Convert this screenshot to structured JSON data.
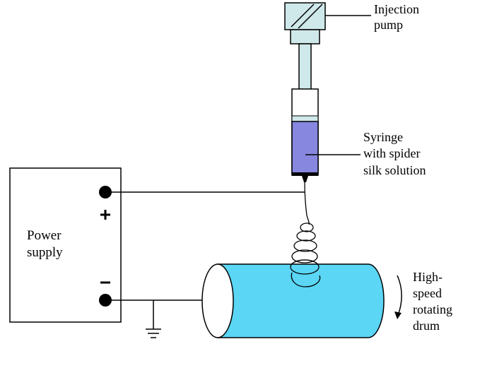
{
  "labels": {
    "injection_pump": [
      "Injection",
      "pump"
    ],
    "syringe": [
      "Syringe",
      "with spider",
      "silk solution"
    ],
    "power_supply": [
      "Power",
      "supply"
    ],
    "drum": [
      "High-",
      "speed",
      "rotating",
      "drum"
    ],
    "plus": "+",
    "minus": "−"
  },
  "colors": {
    "pump_fill": "#cfe8ea",
    "rod_fill": "#cfe8ea",
    "solution_fill": "#8787e0",
    "drum_fill": "#5bd6f5",
    "line": "#000000"
  },
  "icons": [
    "ground-icon",
    "rotation-arrow-icon"
  ]
}
